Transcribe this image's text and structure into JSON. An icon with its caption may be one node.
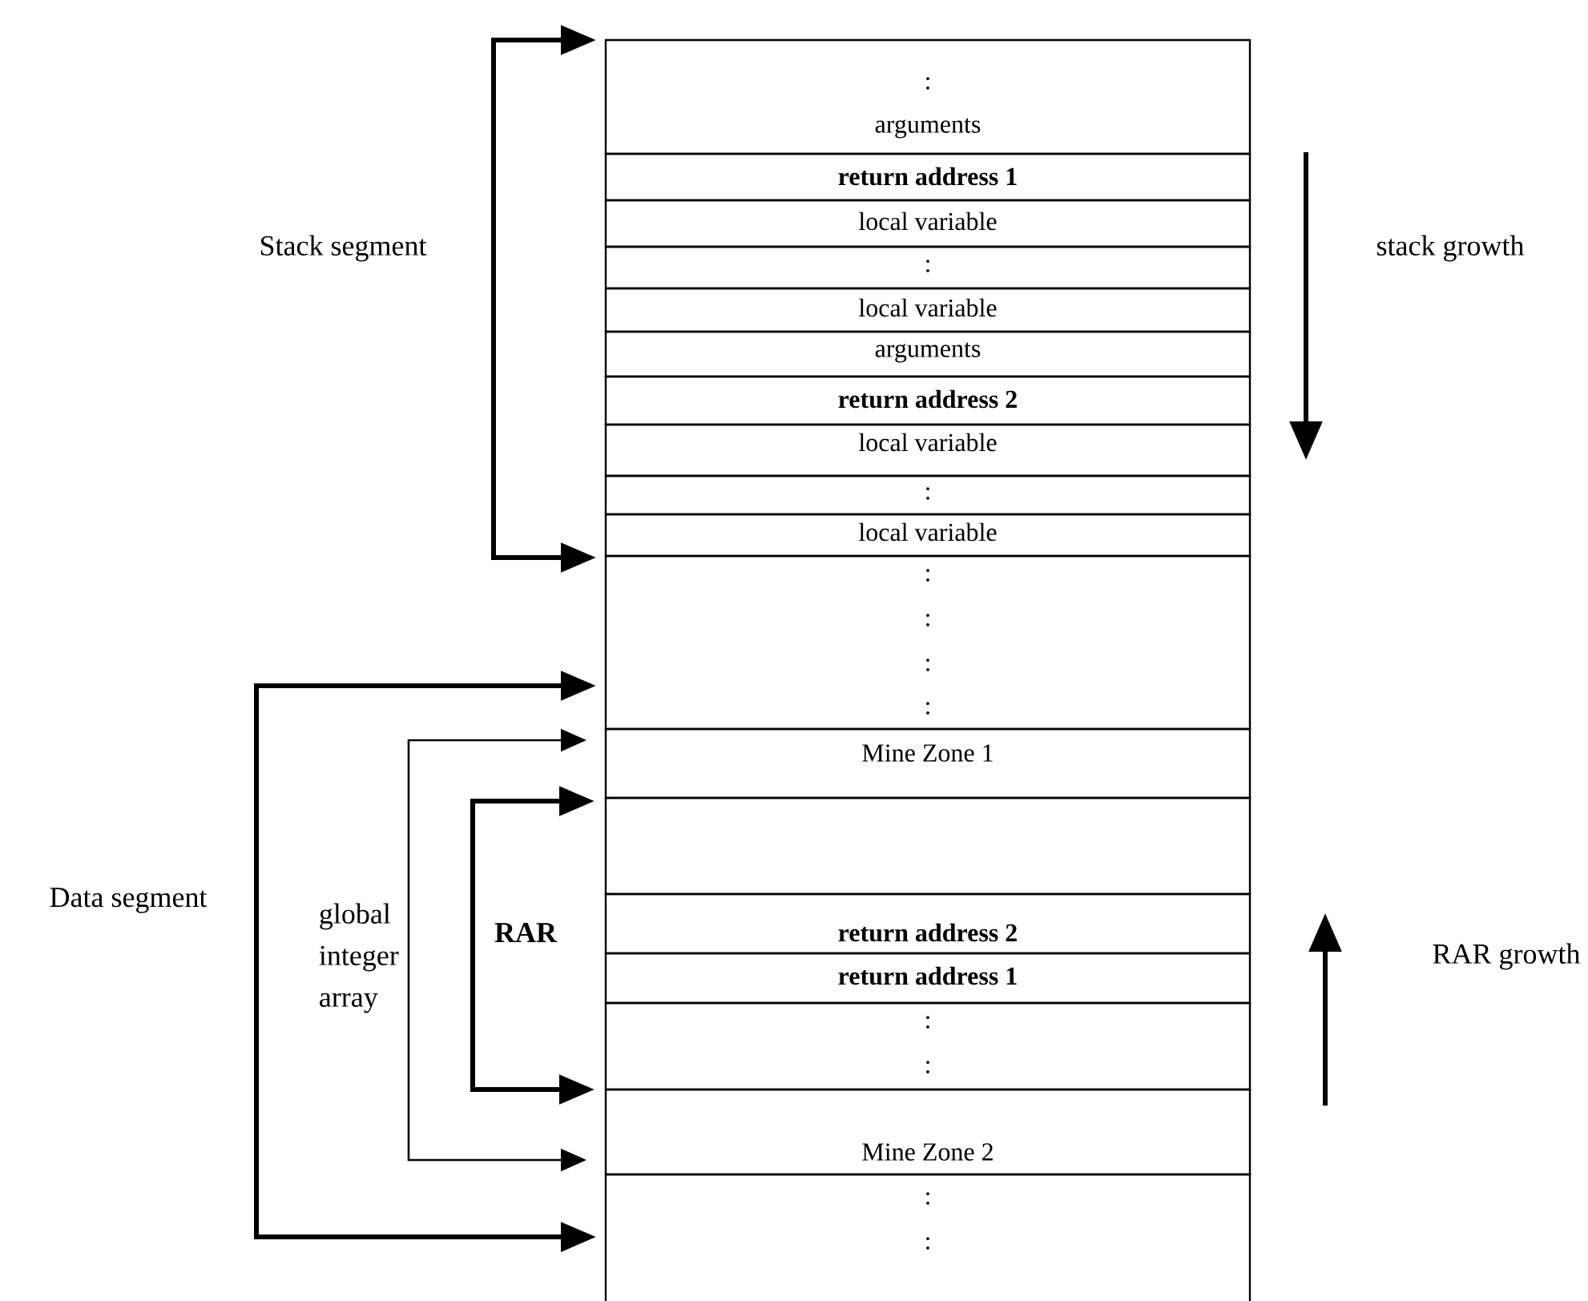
{
  "diagram": {
    "nodes": [
      {
        "text": [
          ":",
          "arguments"
        ]
      },
      {
        "text": [
          "return address 1"
        ]
      },
      {
        "text": [
          "local variable"
        ]
      },
      {
        "text": [
          ":"
        ]
      },
      {
        "text": [
          "local variable"
        ]
      },
      {
        "text": [
          "arguments"
        ]
      },
      {
        "text": [
          "return address 2"
        ]
      },
      {
        "text": [
          "local variable"
        ]
      },
      {
        "text": [
          ":"
        ]
      },
      {
        "text": [
          "local variable"
        ]
      },
      {
        "text": [
          ":",
          ":",
          ":",
          ":"
        ]
      },
      {
        "text": [
          "Mine Zone 1"
        ]
      },
      {
        "text": [],
        "shape": "box"
      },
      {
        "text": [
          "return address 2"
        ]
      },
      {
        "text": [
          "return address 1"
        ]
      },
      {
        "text": [
          ":",
          ":"
        ]
      },
      {
        "text": [
          "Mine Zone 2"
        ]
      },
      {
        "text": [
          ":",
          ":"
        ]
      }
    ],
    "labels": [
      "Stack segment",
      "stack growth",
      "Data segment",
      "global integer array",
      "RAR",
      "RAR growth"
    ]
  }
}
